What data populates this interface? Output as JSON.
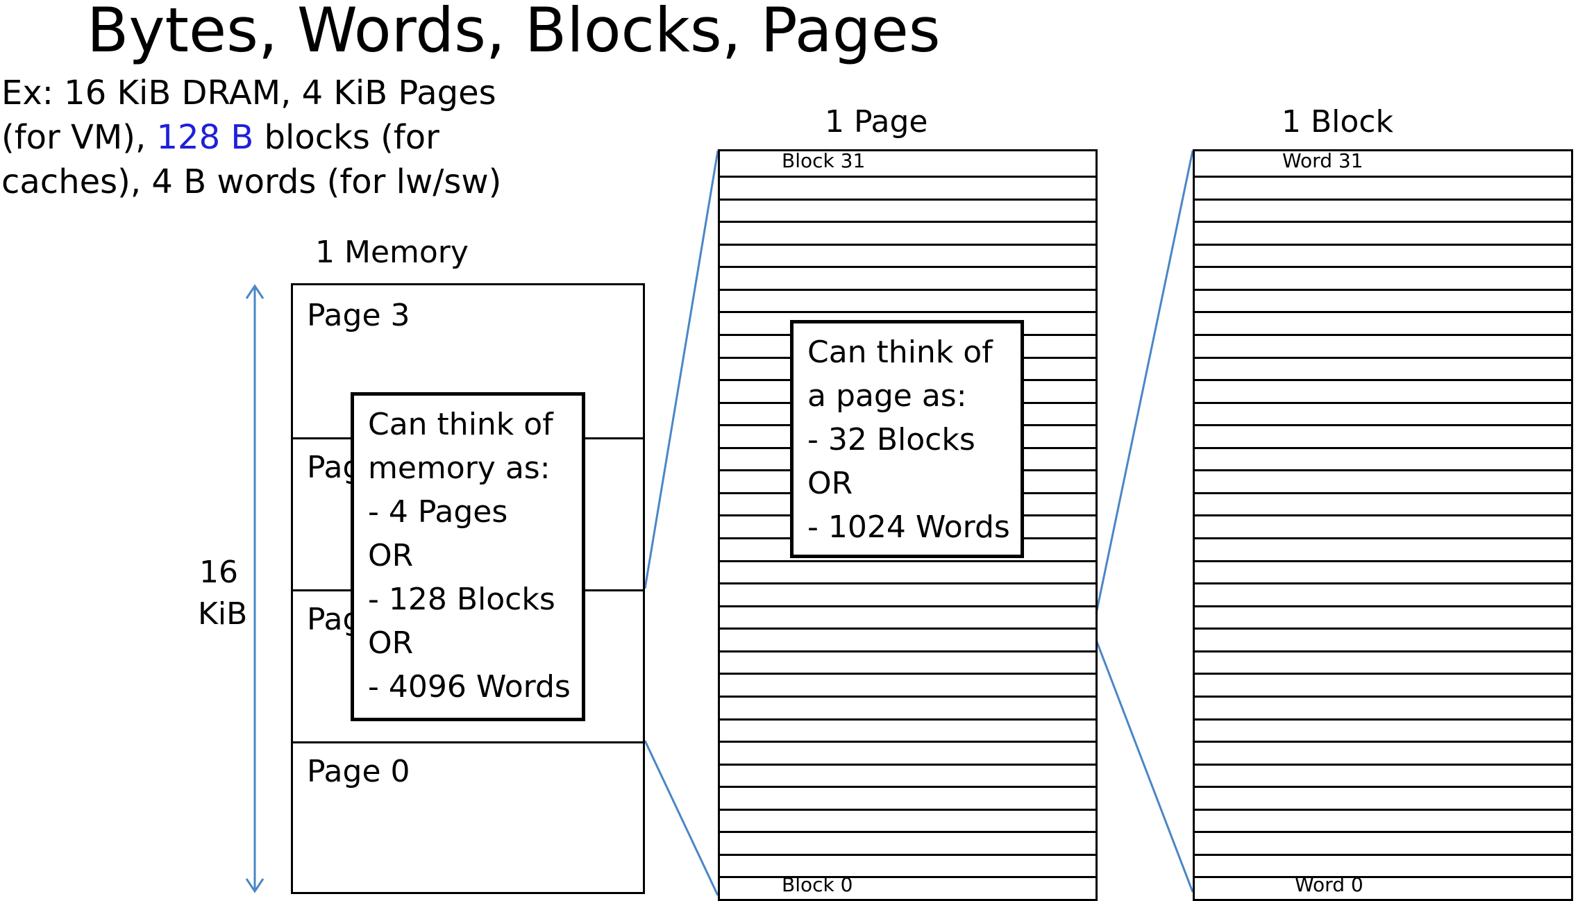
{
  "title": "Bytes, Words, Blocks, Pages",
  "intro": {
    "line1": "Ex: 16 KiB DRAM, 4 KiB Pages",
    "line2_before": "(for VM), ",
    "line2_highlight": "128 B",
    "line2_after": " blocks (for",
    "line3": "caches), 4 B words (for lw/sw)"
  },
  "memory": {
    "heading": "1 Memory",
    "size_line1": "16",
    "size_line2": "KiB",
    "pages": [
      "Page 3",
      "Page 2",
      "Page 1",
      "Page 0"
    ],
    "callout": [
      "Can think of",
      "memory as:",
      "- 4 Pages",
      "OR",
      "- 128 Blocks",
      "OR",
      "- 4096 Words"
    ]
  },
  "page": {
    "heading": "1 Page",
    "top_label": "Block 31",
    "bottom_label": "Block 0",
    "rows": 32,
    "callout": [
      "Can think of",
      "a page as:",
      "- 32 Blocks",
      "OR",
      "- 1024 Words"
    ]
  },
  "block": {
    "heading": "1 Block",
    "top_label": "Word 31",
    "bottom_label": "Word 0",
    "rows": 32
  },
  "colors": {
    "connector": "#4a86c6",
    "highlight": "#1f1fdb"
  }
}
